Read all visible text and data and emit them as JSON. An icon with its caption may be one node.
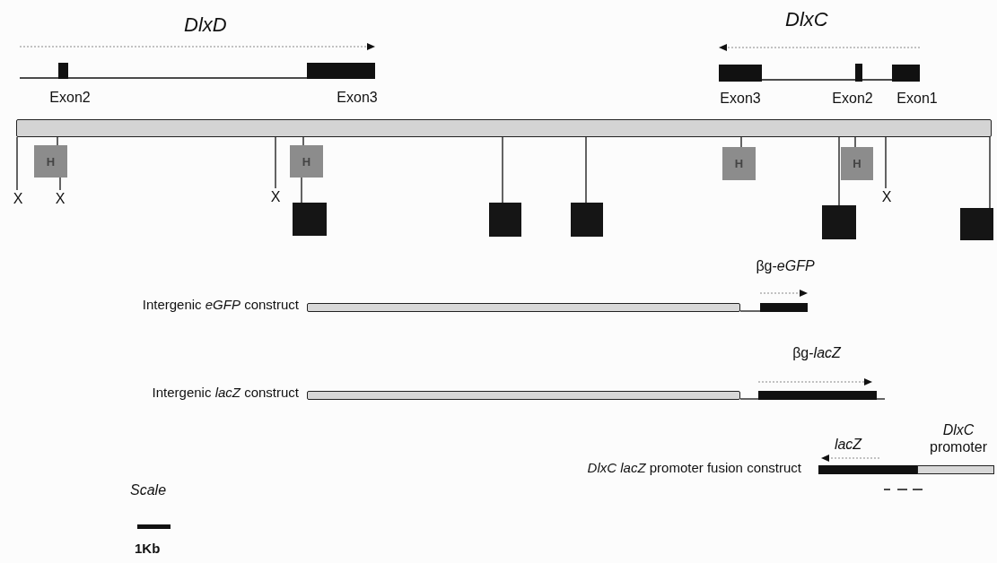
{
  "diagram": {
    "nodes": [
      {
        "text": [
          "Exon2"
        ]
      },
      {
        "text": [
          "Exon3"
        ]
      },
      {
        "text": [
          "Exon3"
        ]
      },
      {
        "text": [
          "Exon2"
        ]
      },
      {
        "text": [
          "Exon1"
        ]
      },
      {
        "text": [],
        "shape": "bar"
      },
      {
        "text": [
          "H"
        ]
      },
      {
        "text": [
          "X"
        ]
      },
      {
        "text": [
          "X"
        ]
      },
      {
        "text": [
          "X"
        ]
      },
      {
        "text": [
          "H"
        ]
      },
      {
        "text": [],
        "shape": "box"
      },
      {
        "text": [],
        "shape": "box"
      },
      {
        "text": [],
        "shape": "box"
      },
      {
        "text": [
          "H"
        ]
      },
      {
        "text": [
          "H"
        ]
      },
      {
        "text": [],
        "shape": "box"
      },
      {
        "text": [
          "X"
        ]
      },
      {
        "text": [],
        "shape": "box"
      },
      {
        "text": [],
        "shape": "bar",
        "beside": [
          "Intergenic *eGFP* construct"
        ]
      },
      {
        "text": [
          "βg-*eGFP*"
        ]
      },
      {
        "text": [],
        "shape": "bar",
        "beside": [
          "Intergenic *lacZ* construct"
        ]
      },
      {
        "text": [
          "βg-*lacZ*"
        ]
      },
      {
        "text": [
          "lacZ"
        ],
        "beside": [
          "*DlxC lacZ* promoter fusion construct"
        ]
      },
      {
        "text": [
          "*DlxC* promoter"
        ]
      }
    ],
    "edges": [
      {
        "from": null,
        "to": 0,
        "arrow": "none"
      },
      {
        "from": 0,
        "to": 1,
        "arrow": "none"
      },
      {
        "from": 2,
        "to": 3,
        "arrow": "none"
      },
      {
        "from": 3,
        "to": 4,
        "arrow": "none"
      },
      {
        "from": 5,
        "to": 7,
        "arrow": "none"
      },
      {
        "from": 5,
        "to": 6,
        "arrow": "none"
      },
      {
        "from": 6,
        "to": 8,
        "arrow": "none"
      },
      {
        "from": 5,
        "to": 9,
        "arrow": "none"
      },
      {
        "from": 5,
        "to": 10,
        "arrow": "none"
      },
      {
        "from": 10,
        "to": 11,
        "arrow": "none"
      },
      {
        "from": 5,
        "to": 12,
        "arrow": "none"
      },
      {
        "from": 5,
        "to": 13,
        "arrow": "none"
      },
      {
        "from": 5,
        "to": 14,
        "arrow": "none"
      },
      {
        "from": 5,
        "to": 16,
        "arrow": "none"
      },
      {
        "from": 5,
        "to": 15,
        "arrow": "none"
      },
      {
        "from": 5,
        "to": 17,
        "arrow": "none"
      },
      {
        "from": 5,
        "to": 18,
        "arrow": "none"
      },
      {
        "from": 19,
        "to": 20,
        "arrow": "none"
      },
      {
        "from": 21,
        "to": 22,
        "arrow": "none"
      }
    ],
    "labels": [
      "DlxD",
      "DlxC",
      "Scale",
      "1Kb"
    ]
  }
}
